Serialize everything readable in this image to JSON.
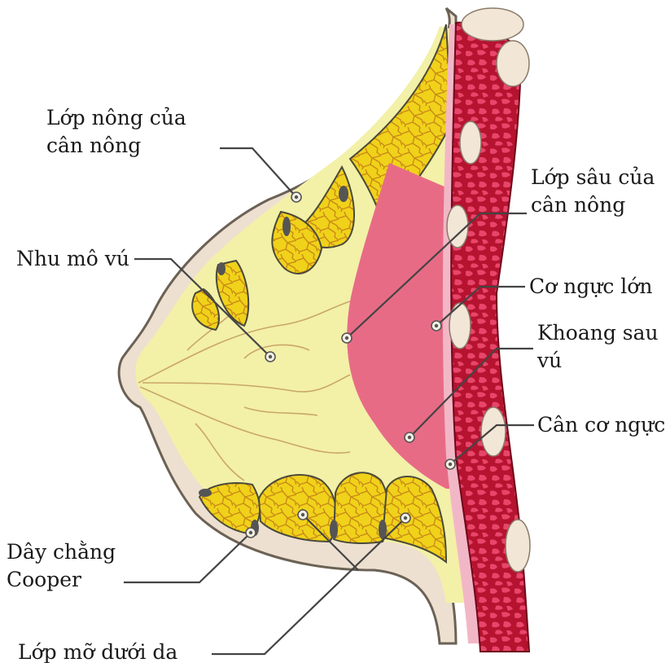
{
  "labels": {
    "superficial_layer": "Lớp nông của\ncân nông",
    "deep_layer": "Lớp sâu của\ncân nông",
    "glandular_tissue": "Nhu mô vú",
    "pectoralis_major": "Cơ ngực lớn",
    "retromammary_space": "Khoang sau\nvú",
    "pectoral_fascia": "Cân cơ ngực",
    "cooper_ligament": "Dây chằng\nCooper",
    "subcutaneous_fat": "Lớp mỡ dưới da"
  },
  "colors": {
    "skin": "#ede0d0",
    "skin_outline": "#6b6155",
    "gland": "#f3f0a8",
    "fat_lobule": "#f0d21a",
    "fat_network": "#c98a18",
    "retromammary": "#e86b86",
    "fascia_band": "#f2b7c6",
    "muscle": "#b5132f",
    "muscle_dark": "#6e0a1c",
    "rib": "#f2e6d6",
    "ligament": "#555555"
  }
}
